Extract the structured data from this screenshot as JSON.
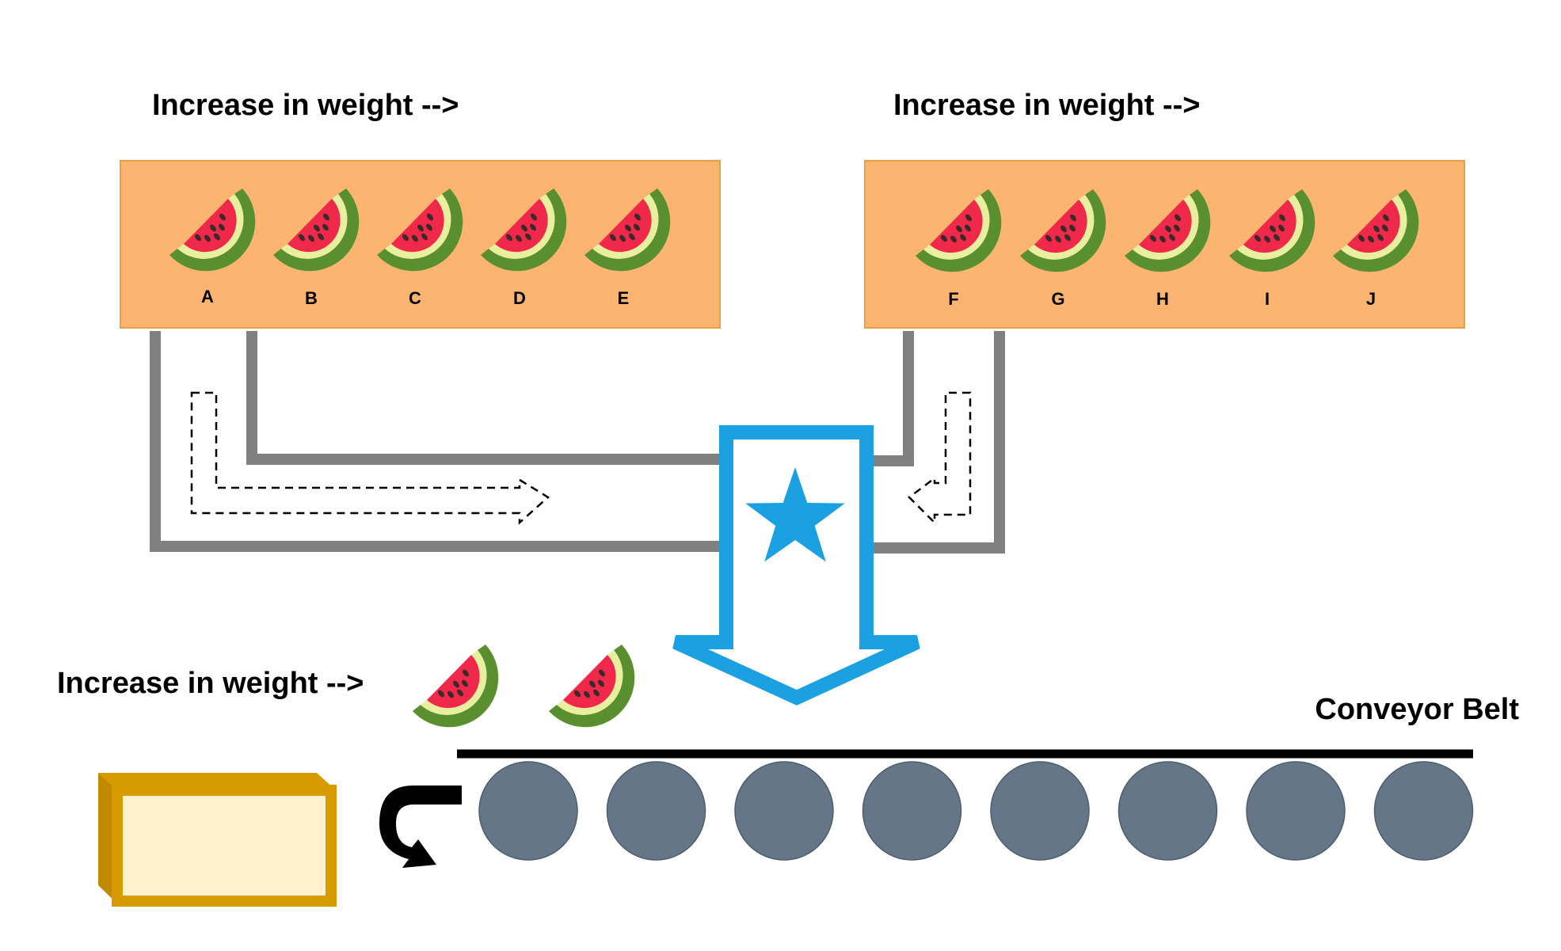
{
  "headings": {
    "top_left": "Increase in weight -->",
    "top_right": "Increase in weight -->",
    "bottom": "Increase in weight -->"
  },
  "conveyor_label": "Conveyor Belt",
  "left_panel": {
    "labels": [
      "A",
      "B",
      "C",
      "D",
      "E"
    ]
  },
  "right_panel": {
    "labels": [
      "F",
      "G",
      "H",
      "I",
      "J"
    ]
  },
  "bottom_watermelon_count": 2,
  "roller_count": 8,
  "colors": {
    "panel_fill": "#FBB570",
    "panel_border": "#E8A040",
    "channel_stroke": "#808080",
    "merge_arrow": "#1BA1E2",
    "roller": "#647687",
    "roller_border": "#4F5E6C",
    "box_border": "#D79B00",
    "box_fill": "#FFF2CC",
    "melon_flesh": "#F0284A",
    "melon_rind_inner": "#E8F0A0",
    "melon_rind_outer": "#5A8F30",
    "melon_seed": "#3A2A2A"
  },
  "icons": {
    "merge_symbol": "star-icon",
    "fruit": "watermelon-icon",
    "return": "curved-arrow-icon",
    "container": "box-icon"
  }
}
